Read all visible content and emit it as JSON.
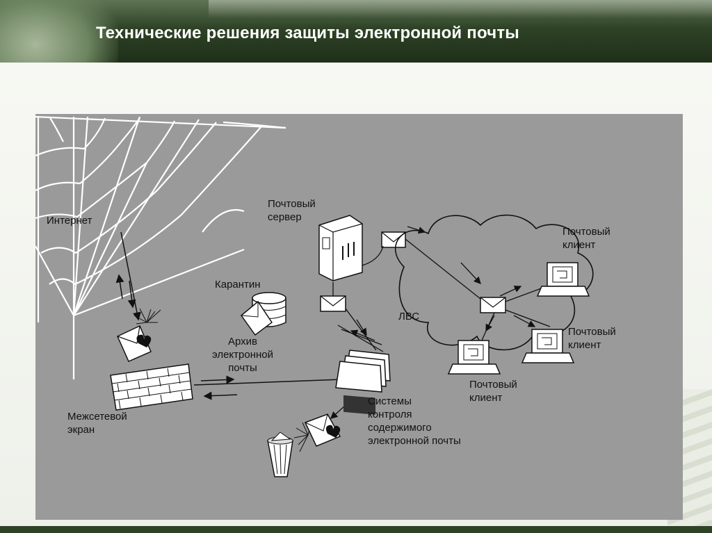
{
  "slide": {
    "title": "Технические решения защиты электронной почты"
  },
  "diagram": {
    "internet": "Интернет",
    "firewall": [
      "Межсетевой",
      "экран"
    ],
    "mail_server": [
      "Почтовый",
      "сервер"
    ],
    "quarantine": "Карантин",
    "archive": [
      "Архив",
      "электронной",
      "почты"
    ],
    "content_control": [
      "Системы",
      "контроля",
      "содержимого",
      "электронной почты"
    ],
    "lan": "ЛВС",
    "client_1": [
      "Почтовый",
      "клиент"
    ],
    "client_2": [
      "Почтовый",
      "клиент"
    ],
    "client_3": [
      "Почтовый",
      "клиент"
    ]
  },
  "colors": {
    "header": "#2e4226",
    "panel": "#9a9a9a",
    "line": "#111111",
    "white": "#ffffff"
  }
}
